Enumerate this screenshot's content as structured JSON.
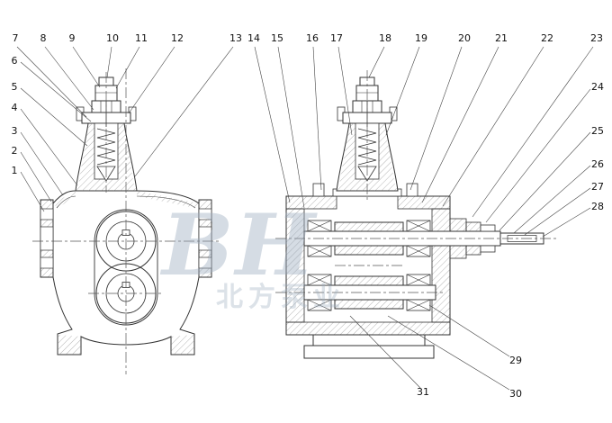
{
  "watermark": {
    "main": "BH",
    "sub": "北方泵业"
  },
  "colors": {
    "line": "#333333",
    "centerline": "#555555",
    "watermark": "#9cabbe"
  },
  "labels": [
    "1",
    "2",
    "3",
    "4",
    "5",
    "6",
    "7",
    "8",
    "9",
    "10",
    "11",
    "12",
    "13",
    "14",
    "15",
    "16",
    "17",
    "18",
    "19",
    "20",
    "21",
    "22",
    "23",
    "24",
    "25",
    "26",
    "27",
    "28",
    "29",
    "30",
    "31"
  ]
}
